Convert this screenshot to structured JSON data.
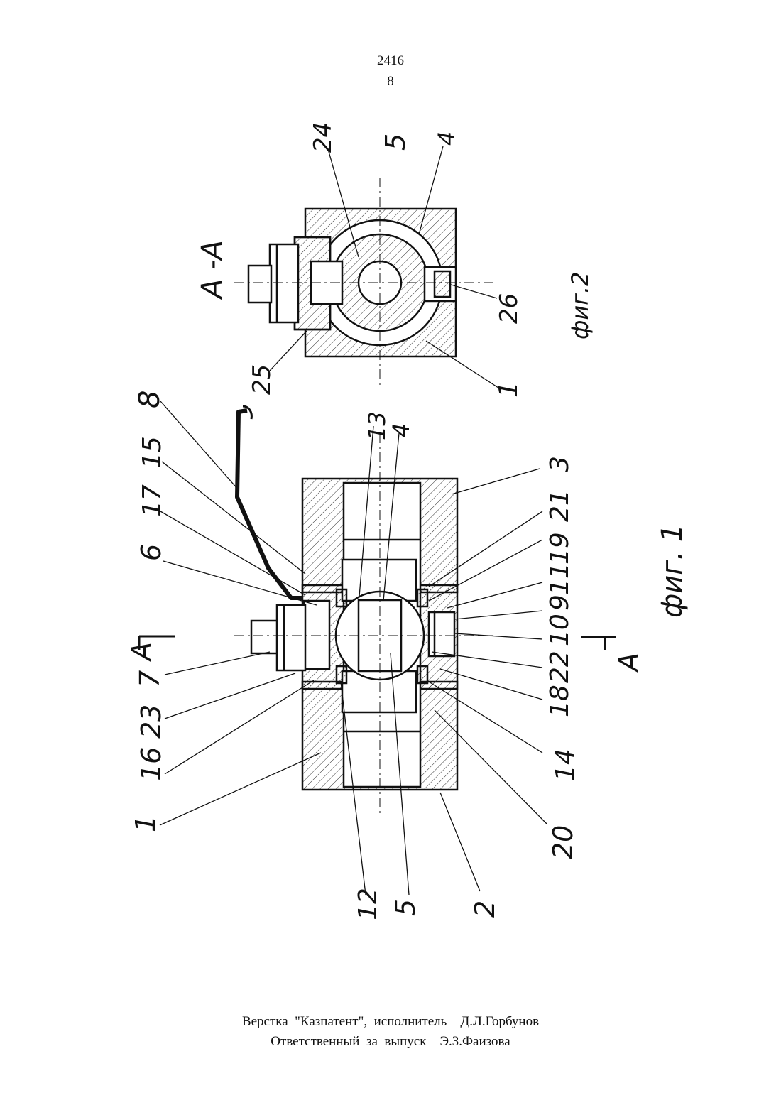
{
  "header": {
    "patent_number": "2416",
    "page_number": "8"
  },
  "figure2": {
    "section_title": "A -A",
    "caption": "фиг.2",
    "callouts": [
      "24",
      "5",
      "4",
      "26",
      "25",
      "1"
    ]
  },
  "figure1": {
    "caption": "фиг. 1",
    "section_mark": "A",
    "callouts_top": [
      "8",
      "15",
      "17",
      "6",
      "7",
      "23",
      "16",
      "1"
    ],
    "callouts_right": [
      "13",
      "4",
      "3",
      "21",
      "19",
      "11",
      "9",
      "10",
      "22",
      "18",
      "14",
      "20"
    ],
    "callouts_bottom": [
      "12",
      "5",
      "2"
    ]
  },
  "footer": {
    "line1": "Верстка  \"Казпатент\",  исполнитель    Д.Л.Горбунов",
    "line2": "Ответственный  за  выпуск    Э.З.Фаизова"
  }
}
